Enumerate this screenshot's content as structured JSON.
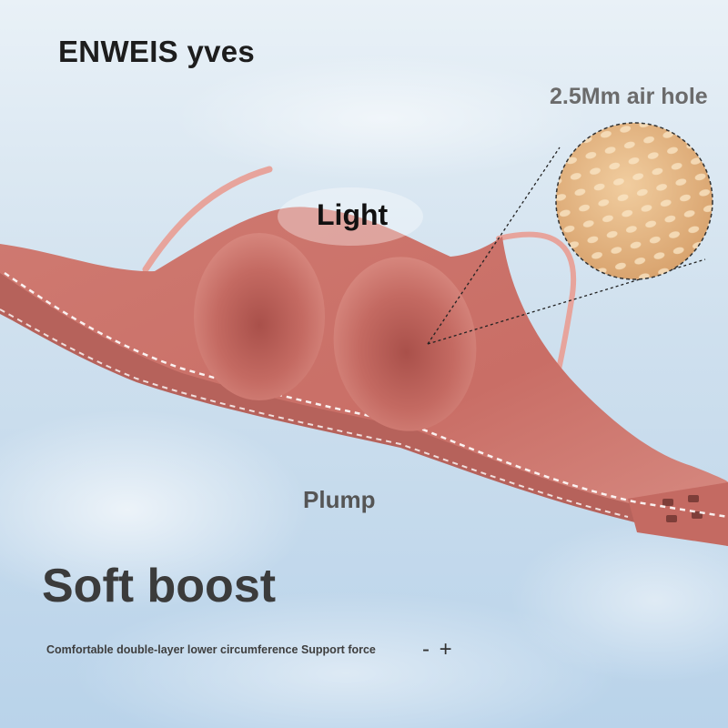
{
  "brand": {
    "name": "ENWEIS yves"
  },
  "callouts": {
    "air_hole": "2.5Mm air hole",
    "light": "Light",
    "plump": "Plump"
  },
  "headline": "Soft boost",
  "caption": "Comfortable double-layer lower circumference Support force",
  "symbols": "- +",
  "colors": {
    "sky": "#cfdfec",
    "fabric": "#d07a72",
    "fabric_dark": "#b3615a",
    "mesh": "#e7bd8c"
  },
  "icons": [
    "bra-product-image",
    "mesh-magnifier-circle"
  ]
}
